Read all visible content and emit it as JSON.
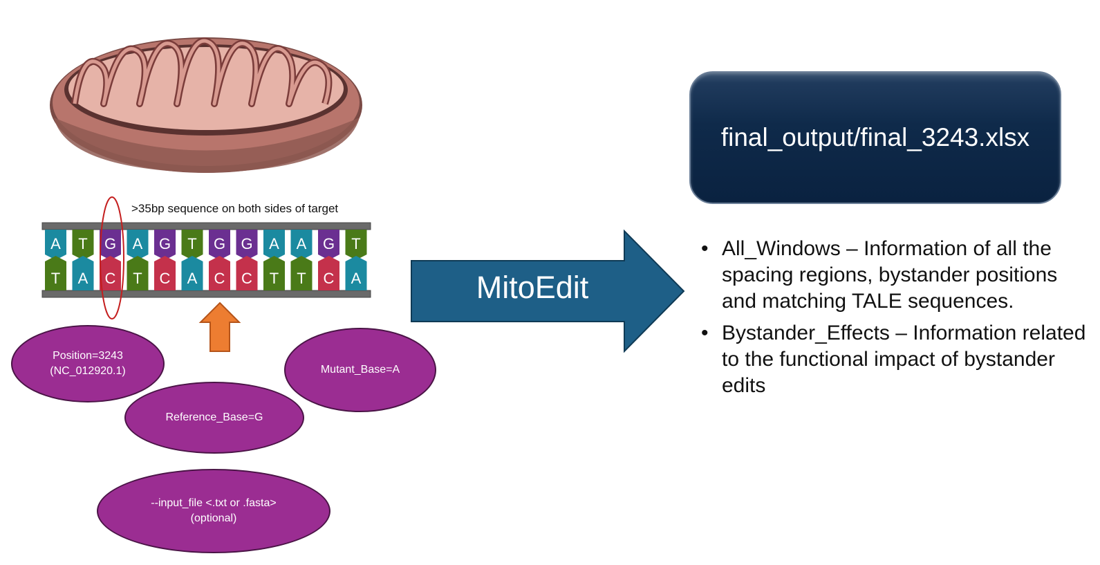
{
  "sequence_label": ">35bp sequence on both sides of target",
  "dna": {
    "top_strand": [
      "A",
      "T",
      "G",
      "A",
      "G",
      "T",
      "G",
      "G",
      "A",
      "A",
      "G",
      "T"
    ],
    "bottom_strand": [
      "T",
      "A",
      "C",
      "T",
      "C",
      "A",
      "C",
      "C",
      "T",
      "T",
      "C",
      "A"
    ],
    "highlighted_index": 2
  },
  "base_colors": {
    "A": "#1b8aa0",
    "T": "#4a7a18",
    "G": "#6b2f91",
    "C": "#c4314b"
  },
  "parameters": {
    "position": {
      "line1": "Position=3243",
      "line2": "(NC_012920.1)"
    },
    "mutant_base": "Mutant_Base=A",
    "reference_base": "Reference_Base=G",
    "input_file": {
      "line1": "--input_file <.txt or .fasta>",
      "line2": "(optional)"
    }
  },
  "tool_name": "MitoEdit",
  "output_file": "final_output/final_3243.xlsx",
  "output_sheets": [
    "All_Windows – Information of all the spacing regions, bystander positions and matching TALE sequences.",
    "Bystander_Effects – Information related to the functional impact of bystander edits"
  ]
}
